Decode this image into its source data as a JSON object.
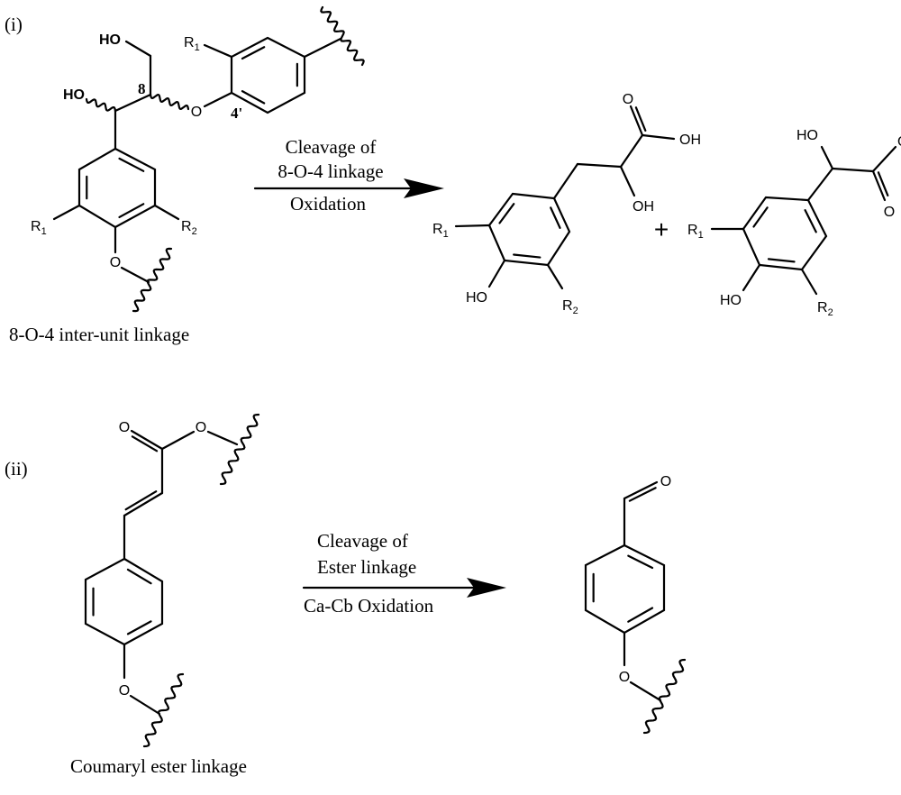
{
  "part_i": {
    "label": "(i)",
    "reactant_caption": "8-O-4 inter-unit linkage",
    "position_labels": {
      "c8": "8",
      "c4prime": "4'"
    },
    "arrow": {
      "above_1": "Cleavage of",
      "above_2": "8-O-4 linkage",
      "below": "Oxidation"
    },
    "plus": "+",
    "atoms": {
      "ho": "HO",
      "oh": "OH",
      "o": "O",
      "r": "R",
      "sub1": "1",
      "sub2": "2"
    }
  },
  "part_ii": {
    "label": "(ii)",
    "reactant_caption": "Coumaryl ester linkage",
    "arrow": {
      "above_1": "Cleavage of",
      "above_2": "Ester linkage",
      "below": "Ca-Cb Oxidation"
    },
    "atoms": {
      "o": "O"
    }
  }
}
